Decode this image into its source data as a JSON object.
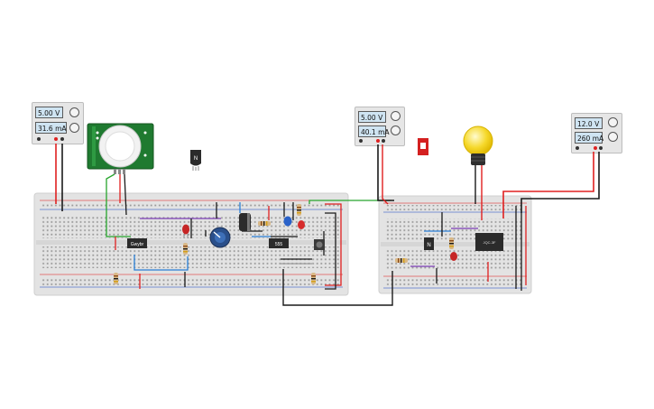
{
  "power_supplies": [
    {
      "voltage": "5.00 V",
      "current": "31.6 mA"
    },
    {
      "voltage": "5.00 V",
      "current": "40.1 mA"
    },
    {
      "voltage": "12.0 V",
      "current": "260 mA"
    }
  ],
  "components": {
    "ic_left": "Gwybr",
    "ic_555": "555",
    "relay": "JQC-3F",
    "transistor_free": "N",
    "transistor_right": "N"
  },
  "colors": {
    "breadboard": "#e3e3e3",
    "wire_red": "#e02020",
    "wire_black": "#1a1a1a",
    "wire_green": "#27a52d",
    "wire_blue": "#2a7fd6",
    "wire_purple": "#7b3db5",
    "pir_board": "#1f7a30",
    "bulb": "#f6d92c"
  }
}
